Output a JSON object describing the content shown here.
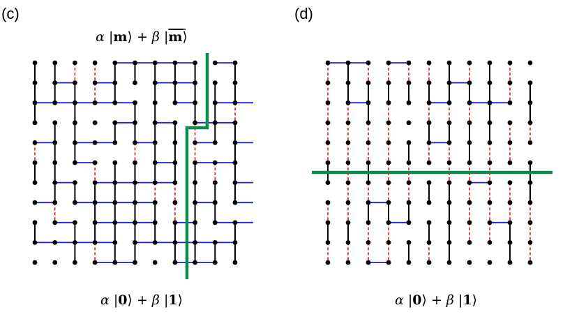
{
  "panels": [
    {
      "label": "(c)",
      "top_state": {
        "alpha": "α",
        "beta": "β",
        "ket_a": "m",
        "ket_b": "m",
        "plus": "+"
      },
      "bottom_state": {
        "alpha": "α",
        "beta": "β",
        "ket_a": "0",
        "ket_b": "1",
        "plus": "+"
      }
    },
    {
      "label": "(d)",
      "bottom_state": {
        "alpha": "α",
        "beta": "β",
        "ket_a": "0",
        "ket_b": "1",
        "plus": "+"
      }
    }
  ],
  "colors": {
    "vertex": "#000000",
    "solid_vertical": "#000000",
    "horizontal": "#1f1fd6",
    "dashed": "#e01818",
    "cut": "#0e8a4f"
  }
}
